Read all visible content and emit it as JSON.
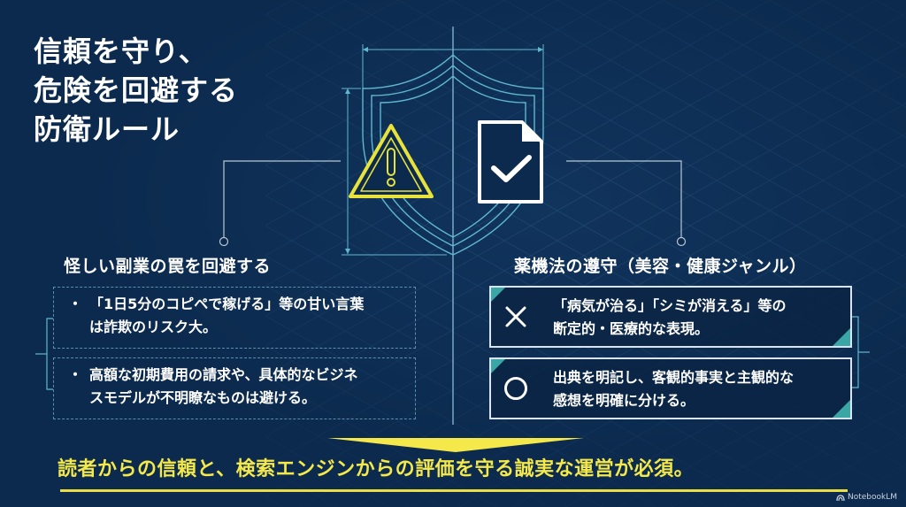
{
  "title": {
    "lines": [
      "信頼を守り、",
      "危険を回避する",
      "防衛ルール"
    ]
  },
  "icons": {
    "center": [
      "shield-blueprint-icon",
      "warning-triangle-icon",
      "document-check-icon"
    ]
  },
  "left_section": {
    "heading": "怪しい副業の罠を回避する",
    "items": [
      {
        "bullet": "・",
        "text_line1": "「1日5分のコピペで稼げる」等の甘い言葉",
        "text_line2": "は詐欺のリスク大。"
      },
      {
        "bullet": "・",
        "text_line1": "高額な初期費用の請求や、具体的なビジネ",
        "text_line2": "スモデルが不明瞭なものは避ける。"
      }
    ]
  },
  "right_section": {
    "heading": "薬機法の遵守（美容・健康ジャンル）",
    "items": [
      {
        "mark": "cross-icon",
        "text_line1": "「病気が治る」「シミが消える」等の",
        "text_line2": "断定的・医療的な表現。"
      },
      {
        "mark": "circle-icon",
        "text_line1": "出典を明記し、客観的事実と主観的な",
        "text_line2": "感想を明確に分ける。"
      }
    ]
  },
  "conclusion": {
    "text": "読者からの信頼と、検索エンジンからの評価を守る誠実な運営が必須。"
  },
  "watermark": {
    "label": "NotebookLM"
  },
  "colors": {
    "background": "#0c2a4e",
    "blueprint_line": "#5fb8d0",
    "accent_yellow": "#f4e84a",
    "accent_teal": "#3aa7a6",
    "text": "#ffffff"
  }
}
